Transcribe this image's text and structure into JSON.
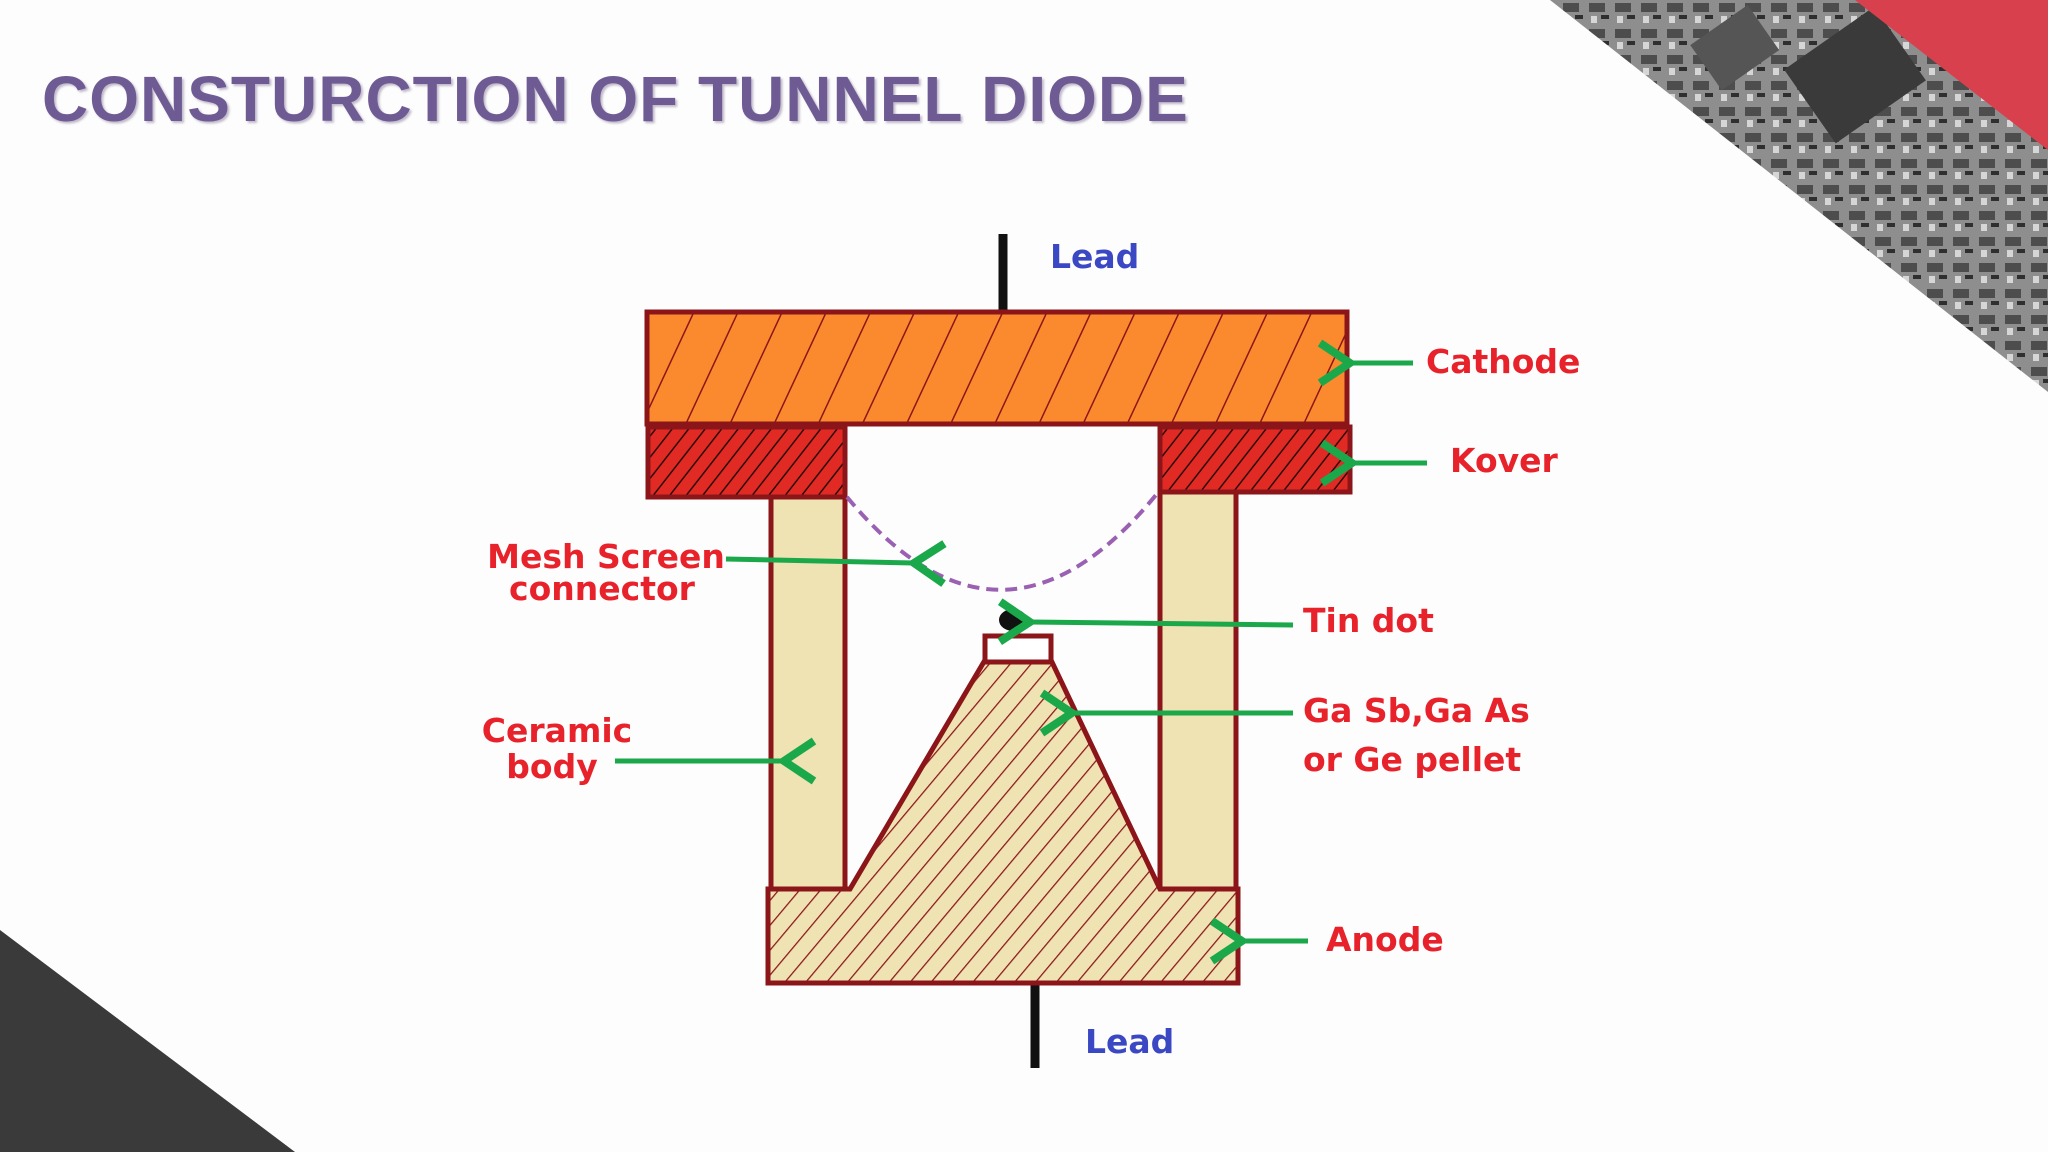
{
  "title": "CONSTURCTION OF TUNNEL DIODE",
  "colors": {
    "title": "#6e5b93",
    "label_red": "#e8222a",
    "label_blue": "#3b48c4",
    "arrow_green": "#1aa84a",
    "cathode": "#fb8a2e",
    "kover": "#e12a24",
    "outline": "#8b1519",
    "ceramic": "#efe2b3",
    "mesh": "#9a61b3",
    "corner_dark": "#3a3a3a",
    "corner_red": "#d8404d"
  },
  "labels": {
    "lead_top": "Lead",
    "lead_bottom": "Lead",
    "cathode": "Cathode",
    "kover": "Kover",
    "mesh_line1": "Mesh Screen",
    "mesh_line2": "connector",
    "tin_dot": "Tin dot",
    "pellet_line1": "Ga Sb,Ga As",
    "pellet_line2": "or Ge pellet",
    "ceramic_line1": "Ceramic",
    "ceramic_line2": "body",
    "anode": "Anode"
  },
  "decor": {
    "top_right": "circuit-board-photo",
    "bottom_left": "dark-triangle"
  }
}
